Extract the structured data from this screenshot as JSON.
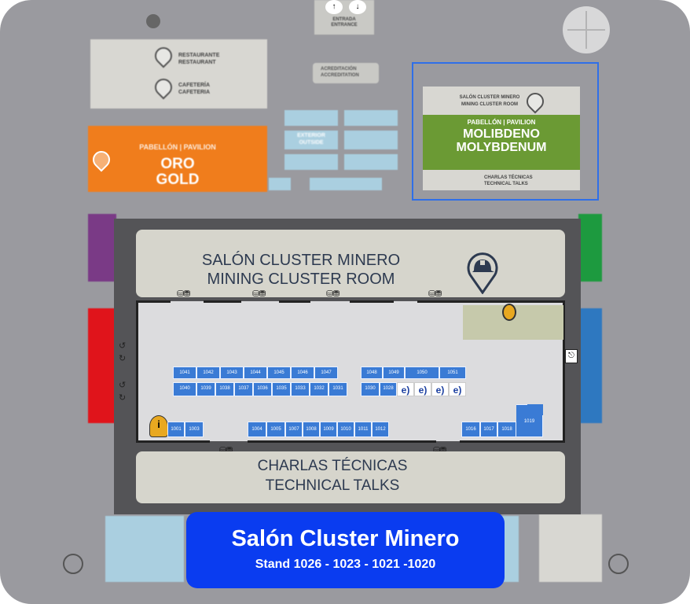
{
  "map": {
    "entrance_label": [
      "ENTRADA",
      "ENTRANCE"
    ],
    "restaurant_labels": [
      "RESTAURANTE",
      "RESTAURANT"
    ],
    "cafeteria_labels": [
      "CAFETERÍA",
      "CAFETERIA"
    ],
    "accreditation_labels": [
      "ACREDITACIÓN",
      "ACCREDITATION"
    ],
    "exterior_labels": [
      "EXTERIOR",
      "OUTSIDE"
    ],
    "oro_pavilion": {
      "header": "PABELLÓN | PAVILION",
      "name_es": "ORO",
      "name_en": "GOLD",
      "color": "#f07d1c"
    },
    "molibdeno_pavilion": {
      "room_es": "SALÓN CLUSTER MINERO",
      "room_en": "MINING CLUSTER ROOM",
      "header": "PABELLÓN | PAVILION",
      "name_es": "MOLIBDENO",
      "name_en": "MOLYBDENUM",
      "talks_es": "CHARLAS TÉCNICAS",
      "talks_en": "TECHNICAL TALKS",
      "color": "#6b9a34"
    },
    "highlight_color": "#2f6fe8",
    "side_colors": {
      "purple": "#7a3a86",
      "red": "#e0141b",
      "green": "#1d9a3f",
      "blue": "#2e78c0"
    }
  },
  "detail": {
    "room_title_es": "SALÓN CLUSTER MINERO",
    "room_title_en": "MINING CLUSTER ROOM",
    "talks_title_es": "CHARLAS TÉCNICAS",
    "talks_title_en": "TECHNICAL TALKS",
    "booths_row1": [
      "1041",
      "1042",
      "1043",
      "1044",
      "1045",
      "1046",
      "1047",
      "1048",
      "1049",
      "1050",
      "1051"
    ],
    "booths_row2": [
      "1040",
      "1039",
      "1038",
      "1037",
      "1036",
      "1035",
      "1033",
      "1032",
      "1031",
      "1030",
      "1028"
    ],
    "booths_bottom": [
      "1001",
      "1003",
      "1004",
      "1005",
      "1007",
      "1008",
      "1009",
      "1010",
      "1011",
      "1012",
      "1016",
      "1017",
      "1018",
      "1019"
    ],
    "highlight_booths": [
      "1026",
      "1023",
      "1021",
      "1020"
    ],
    "exhibitor_logo_text": "e)"
  },
  "banner": {
    "title": "Salón Cluster Minero",
    "subtitle": "Stand 1026 - 1023 - 1021 -1020",
    "color": "#0a3cf0"
  }
}
